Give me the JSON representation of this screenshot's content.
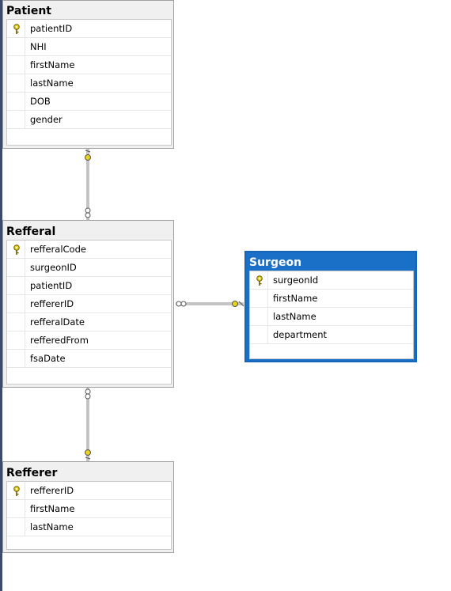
{
  "tables": {
    "patient": {
      "title": "Patient",
      "columns": [
        "patientID",
        "NHI",
        "firstName",
        "lastName",
        "DOB",
        "gender"
      ],
      "key_icon": "primary-key-icon"
    },
    "refferal": {
      "title": "Refferal",
      "columns": [
        "refferalCode",
        "surgeonID",
        "patientID",
        "reffererID",
        "refferalDate",
        "refferedFrom",
        "fsaDate"
      ],
      "key_icon": "primary-key-icon"
    },
    "surgeon": {
      "title": "Surgeon",
      "columns": [
        "surgeonId",
        "firstName",
        "lastName",
        "department"
      ],
      "key_icon": "primary-key-icon",
      "selected": true
    },
    "refferer": {
      "title": "Refferer",
      "columns": [
        "reffererID",
        "firstName",
        "lastName"
      ],
      "key_icon": "primary-key-icon"
    }
  },
  "relationships": [
    {
      "from": "Patient",
      "to": "Refferal",
      "one_end": "Patient",
      "many_end": "Refferal"
    },
    {
      "from": "Surgeon",
      "to": "Refferal",
      "one_end": "Surgeon",
      "many_end": "Refferal"
    },
    {
      "from": "Refferer",
      "to": "Refferal",
      "one_end": "Refferer",
      "many_end": "Refferal"
    }
  ],
  "colors": {
    "selected_header": "#1a6fc7",
    "key_gold": "#e8d21c",
    "link_gray": "#8a8a8a"
  }
}
